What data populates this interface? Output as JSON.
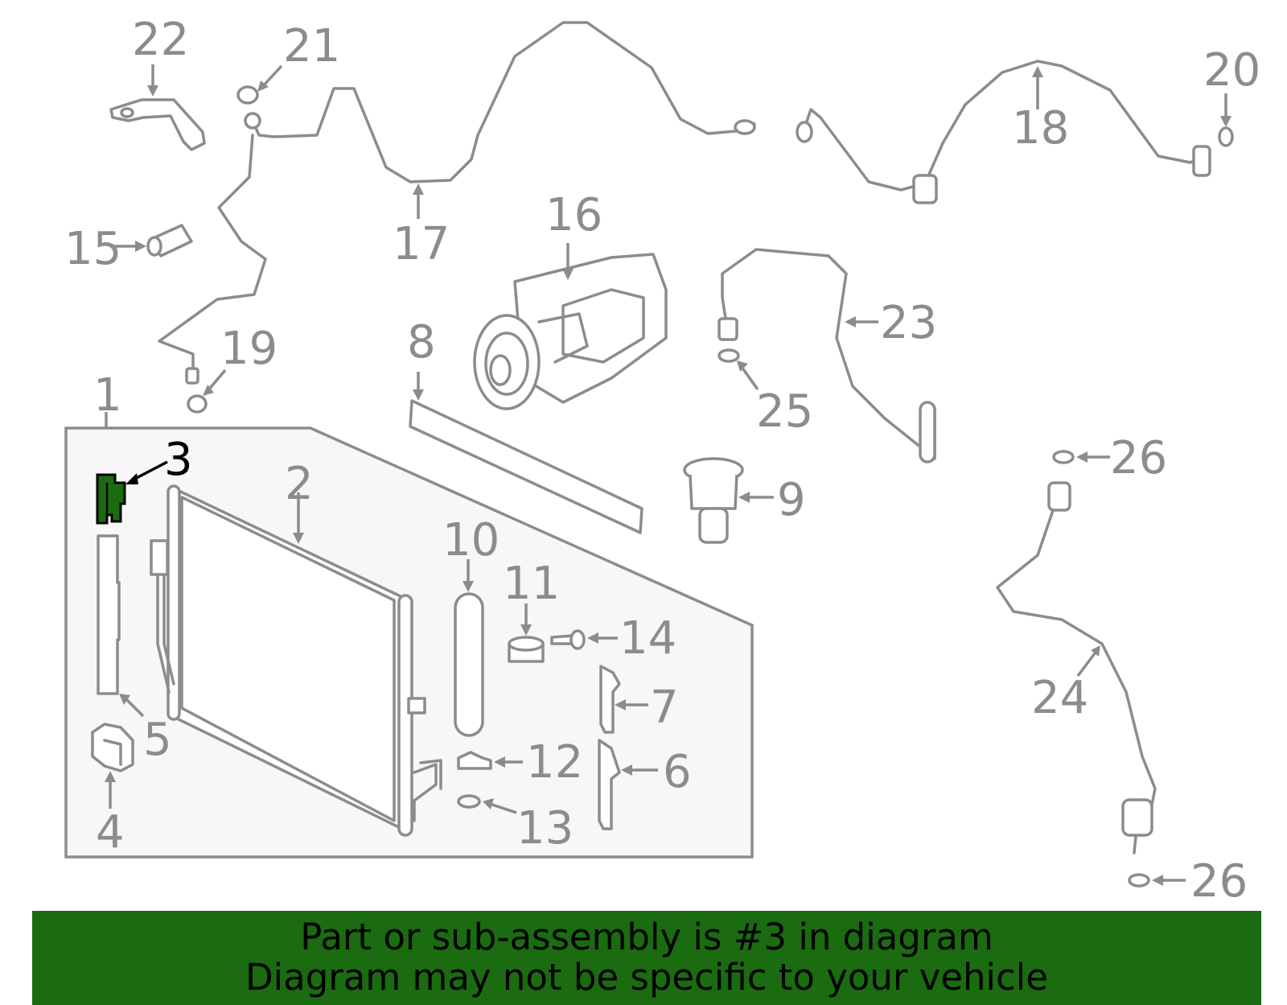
{
  "callouts": [
    {
      "id": "1",
      "label": "1"
    },
    {
      "id": "2",
      "label": "2"
    },
    {
      "id": "3",
      "label": "3"
    },
    {
      "id": "4",
      "label": "4"
    },
    {
      "id": "5",
      "label": "5"
    },
    {
      "id": "6",
      "label": "6"
    },
    {
      "id": "7",
      "label": "7"
    },
    {
      "id": "8",
      "label": "8"
    },
    {
      "id": "9",
      "label": "9"
    },
    {
      "id": "10",
      "label": "10"
    },
    {
      "id": "11",
      "label": "11"
    },
    {
      "id": "12",
      "label": "12"
    },
    {
      "id": "13",
      "label": "13"
    },
    {
      "id": "14",
      "label": "14"
    },
    {
      "id": "15",
      "label": "15"
    },
    {
      "id": "16",
      "label": "16"
    },
    {
      "id": "17",
      "label": "17"
    },
    {
      "id": "18",
      "label": "18"
    },
    {
      "id": "19",
      "label": "19"
    },
    {
      "id": "20",
      "label": "20"
    },
    {
      "id": "21",
      "label": "21"
    },
    {
      "id": "22",
      "label": "22"
    },
    {
      "id": "23",
      "label": "23"
    },
    {
      "id": "24",
      "label": "24"
    },
    {
      "id": "25",
      "label": "25"
    },
    {
      "id": "26a",
      "label": "26"
    },
    {
      "id": "26b",
      "label": "26"
    }
  ],
  "highlighted_part": "3",
  "colors": {
    "highlight": "#1b6b10",
    "line": "#8c8c8c",
    "box_fill": "#f7f7f7"
  },
  "banner": {
    "line1": "Part or sub-assembly is #3 in diagram",
    "line2": "Diagram may not be specific to your vehicle"
  }
}
